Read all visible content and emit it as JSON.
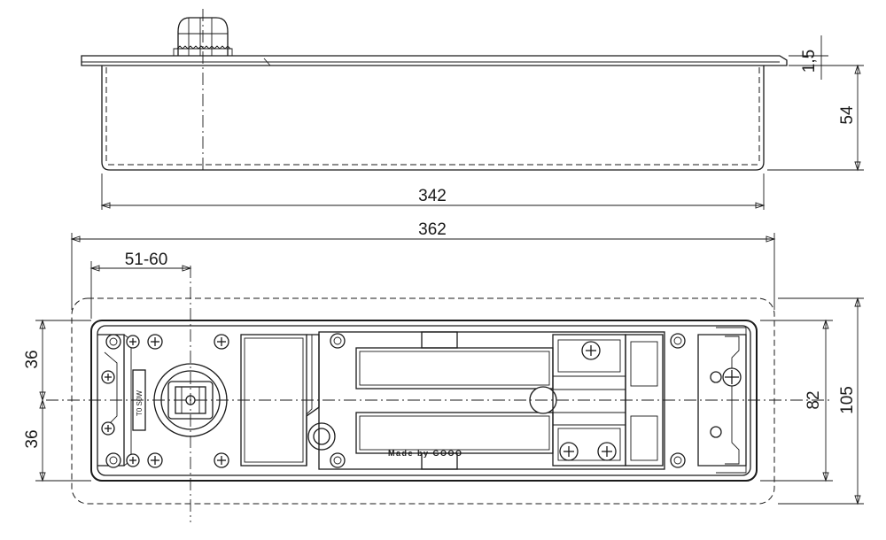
{
  "dimensions": {
    "plate_thickness": "1,5",
    "body_height": "54",
    "body_length": "342",
    "cover_length": "362",
    "spindle_offset": "51-60",
    "upper_half": "36",
    "lower_half": "36",
    "body_width": "82",
    "cover_width": "105"
  },
  "labels": {
    "body_stamp": "Made by GOOO",
    "valve_label": "T0 S0W"
  }
}
